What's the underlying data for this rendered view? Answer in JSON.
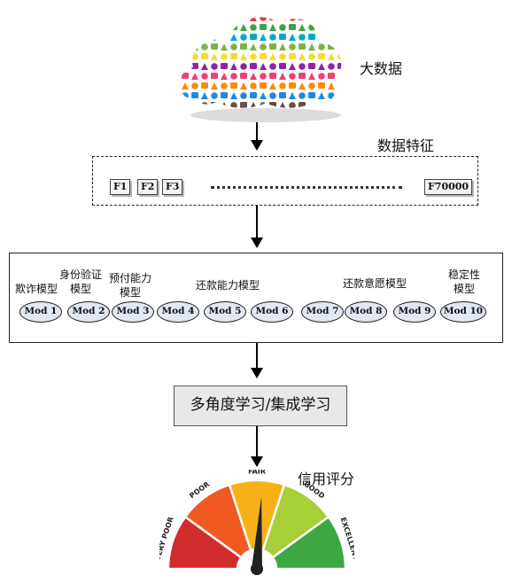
{
  "cloud": {
    "label": "大数据"
  },
  "features": {
    "title": "数据特征",
    "items": [
      "F1",
      "F2",
      "F3"
    ],
    "last": "F70000"
  },
  "models": {
    "groups": [
      "欺诈模型",
      "身份验证\n模型",
      "预付能力\n模型",
      "还款能力模型",
      "还款意愿模型",
      "稳定性\n模型"
    ],
    "mods": [
      "Mod 1",
      "Mod 2",
      "Mod 3",
      "Mod 4",
      "Mod 5",
      "Mod 6",
      "Mod 7",
      "Mod 8",
      "Mod 9",
      "Mod 10"
    ]
  },
  "ensemble": {
    "label": "多角度学习/集成学习"
  },
  "score": {
    "title": "信用评分",
    "bands": [
      {
        "label": "VERY POOR",
        "color": "#d22c2c"
      },
      {
        "label": "POOR",
        "color": "#f05a22"
      },
      {
        "label": "FAIR",
        "color": "#f8b019"
      },
      {
        "label": "GOOD",
        "color": "#a7cf38"
      },
      {
        "label": "EXCELLENT",
        "color": "#3da742"
      }
    ],
    "needle_position": 0.52
  }
}
